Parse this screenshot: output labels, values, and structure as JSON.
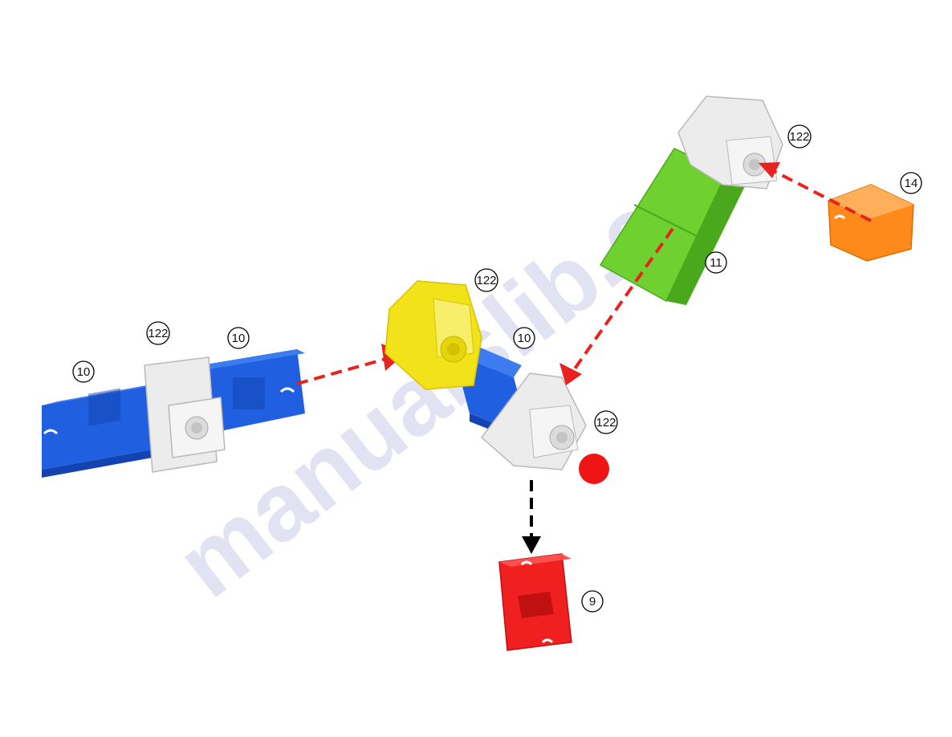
{
  "diagram": {
    "watermark": "manualslib.com",
    "colors": {
      "blue": "#1f5fe0",
      "blue_dark": "#1243b0",
      "white_part": "#ececec",
      "white_edge": "#b9b9b9",
      "yellow": "#f2e21a",
      "yellow_dark": "#d9c200",
      "green": "#6fd130",
      "green_dark": "#4aa81c",
      "orange": "#ff8a1c",
      "orange_dark": "#e06a00",
      "red": "#f02020",
      "red_dark": "#c01010",
      "arrow_red": "#e8221e",
      "arrow_black": "#000000",
      "watermark": "#c9cbe8"
    },
    "callouts": [
      {
        "id": "c-10-left",
        "label": "10"
      },
      {
        "id": "c-122-left",
        "label": "122"
      },
      {
        "id": "c-10-leftmid",
        "label": "10"
      },
      {
        "id": "c-122-yellow",
        "label": "122"
      },
      {
        "id": "c-10-center",
        "label": "10"
      },
      {
        "id": "c-122-center",
        "label": "122"
      },
      {
        "id": "c-122-top",
        "label": "122"
      },
      {
        "id": "c-11",
        "label": "11"
      },
      {
        "id": "c-14",
        "label": "14"
      },
      {
        "id": "c-9",
        "label": "9"
      }
    ]
  }
}
